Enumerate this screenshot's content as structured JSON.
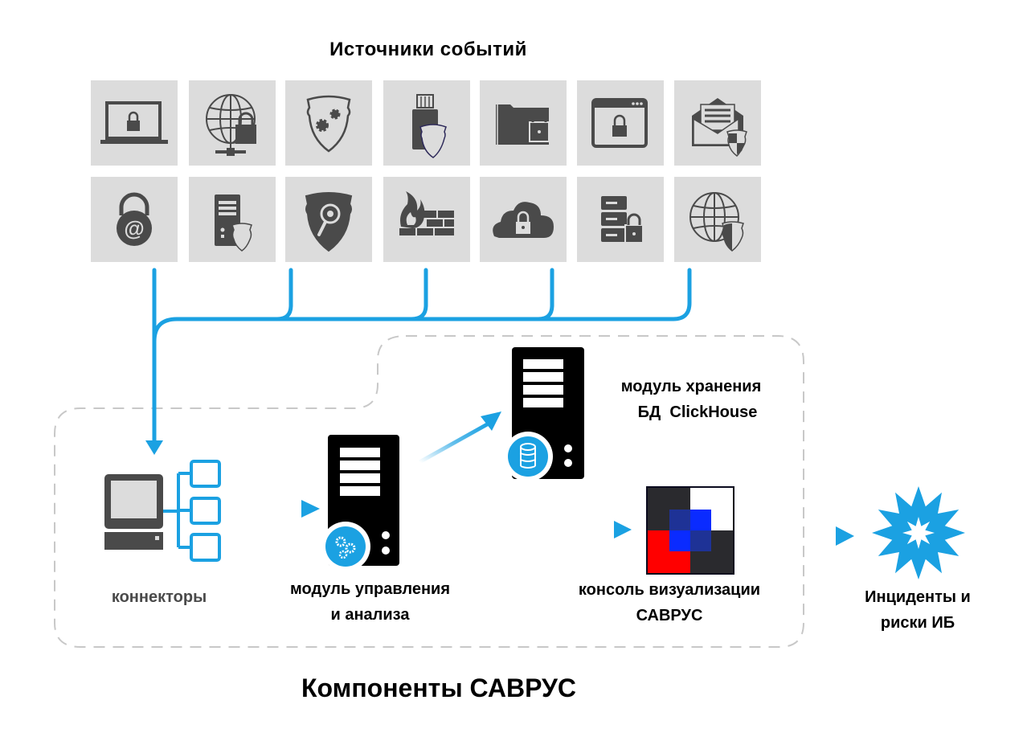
{
  "diagram": {
    "sources_title": "Источники событий",
    "sources": [
      {
        "row": 1,
        "icon": "laptop-lock-icon"
      },
      {
        "row": 1,
        "icon": "globe-network-lock-icon"
      },
      {
        "row": 1,
        "icon": "shield-gears-icon"
      },
      {
        "row": 1,
        "icon": "usb-shield-icon"
      },
      {
        "row": 1,
        "icon": "folder-lock-icon"
      },
      {
        "row": 1,
        "icon": "browser-window-lock-icon"
      },
      {
        "row": 1,
        "icon": "mail-shield-icon"
      },
      {
        "row": 2,
        "icon": "at-sign-padlock-icon"
      },
      {
        "row": 2,
        "icon": "server-shield-icon"
      },
      {
        "row": 2,
        "icon": "shield-magnifier-icon"
      },
      {
        "row": 2,
        "icon": "firewall-icon"
      },
      {
        "row": 2,
        "icon": "cloud-lock-icon"
      },
      {
        "row": 2,
        "icon": "server-rack-lock-icon"
      },
      {
        "row": 2,
        "icon": "globe-shield-icon"
      }
    ],
    "components": {
      "connectors_label": "коннекторы",
      "control_module_line1": "модуль управления",
      "control_module_line2": "и анализа",
      "storage_module_line1": "модуль хранения",
      "storage_module_line2": "БД  ClickHouse",
      "console_line1": "консоль визуализации",
      "console_line2": "САВРУС"
    },
    "output": {
      "line1": "Инциденты и",
      "line2": "риски ИБ"
    },
    "components_title": "Компоненты САВРУС",
    "colors": {
      "accent_blue": "#1ba1e2",
      "tile_bg": "#dcdcdc",
      "icon_gray": "#4a4a4a",
      "dashed_border": "#c8c8c8",
      "logo_dark": "#2a2a2e",
      "logo_red": "#ff0000",
      "logo_blue": "#0a2bff",
      "logo_navy": "#1e3296",
      "logo_white": "#ffffff"
    }
  }
}
